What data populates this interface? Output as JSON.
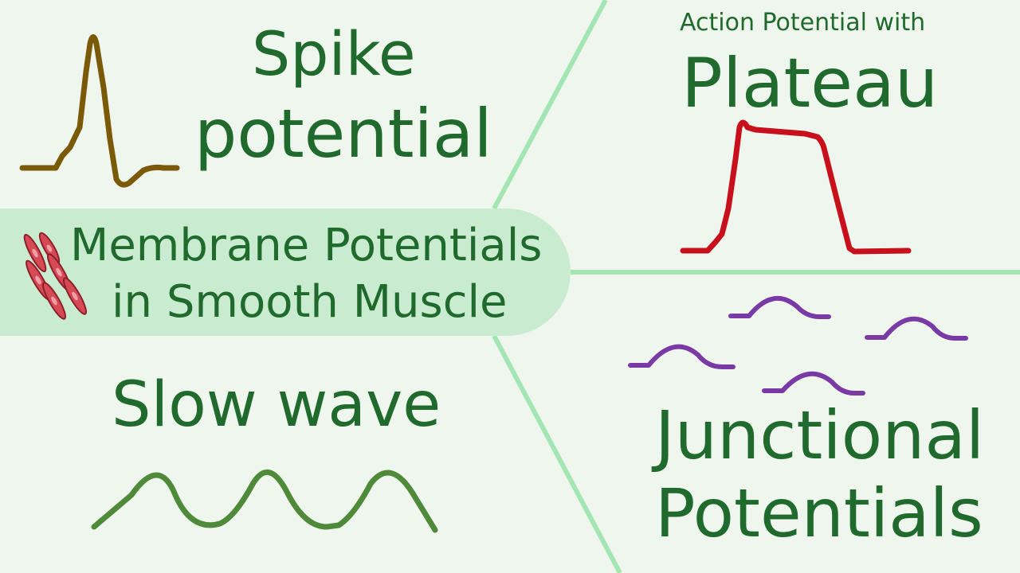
{
  "title": {
    "line1": "Membrane Potentials",
    "line2": "in Smooth Muscle"
  },
  "panels": {
    "spike": {
      "line1": "Spike",
      "line2": "potential",
      "trace_color": "#7a5a08"
    },
    "plateau": {
      "prefix": "Action Potential with",
      "title": "Plateau",
      "trace_color": "#c8101c"
    },
    "slow_wave": {
      "title": "Slow wave",
      "trace_color": "#4f8a3a"
    },
    "junctional": {
      "line1": "Junctional",
      "line2": "Potentials",
      "trace_color": "#7a3aa6"
    }
  },
  "colors": {
    "background": "#eff6ee",
    "text": "#1f6a2c",
    "divider": "#a3e6b4",
    "title_pill": "#c9ecd0",
    "muscle_cell": "#d64a56"
  },
  "icons": [
    "smooth-muscle-cells-icon"
  ]
}
